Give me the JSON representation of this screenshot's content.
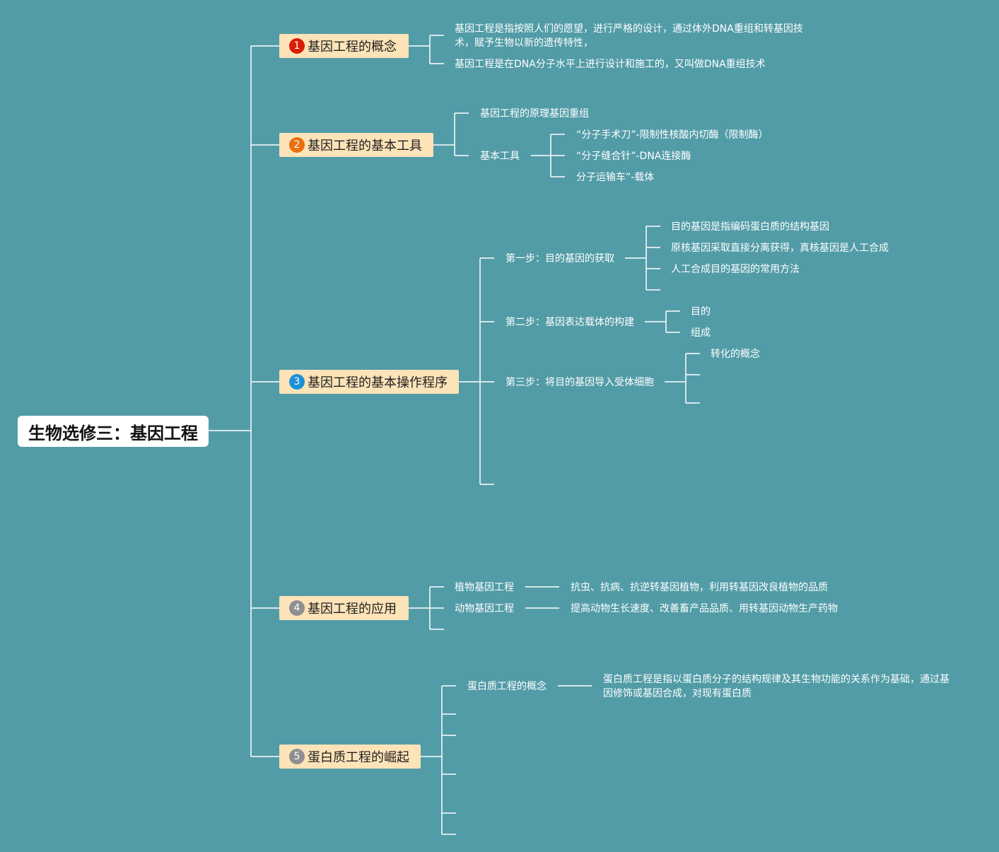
{
  "root": {
    "title": "生物选修三：基因工程"
  },
  "colors": {
    "background": "#529ca7",
    "branch_fill": "#fde3b8",
    "badge_1": "#d81e06",
    "badge_2": "#e8700e",
    "badge_3": "#1e90d8",
    "badge_4": "#8f8f8f",
    "badge_5": "#8f8f8f"
  },
  "branches": [
    {
      "badge": "1",
      "title": "基因工程的概念",
      "items": [
        {
          "text": "基因工程是指按照人们的愿望，进行严格的设计，通过体外DNA重组和转基因技术，赋予生物以新的遗传特性，"
        },
        {
          "text": "基因工程是在DNA分子水平上进行设计和施工的，又叫做DNA重组技术"
        }
      ]
    },
    {
      "badge": "2",
      "title": "基因工程的基本工具",
      "items": [
        {
          "text": "基因工程的原理基因重组"
        },
        {
          "text": "基本工具",
          "children": [
            "“分子手术刀”-限制性核酸内切酶（限制酶）",
            "“分子缝合针”-DNA连接酶",
            "分子运输车”-载体"
          ]
        }
      ]
    },
    {
      "badge": "3",
      "title": "基因工程的基本操作程序",
      "items": [
        {
          "text": "第一步：目的基因的获取",
          "children": [
            "目的基因是指编码蛋白质的结构基因",
            "原核基因采取直接分离获得，真核基因是人工合成",
            "人工合成目的基因的常用方法"
          ]
        },
        {
          "text": "第二步：基因表达载体的构建",
          "children": [
            "目的",
            "组成"
          ]
        },
        {
          "text": "第三步：将目的基因导入受体细胞",
          "children": [
            "转化的概念"
          ]
        }
      ]
    },
    {
      "badge": "4",
      "title": "基因工程的应用",
      "items": [
        {
          "text": "植物基因工程",
          "detail": "抗虫、抗病、抗逆转基因植物，利用转基因改良植物的品质"
        },
        {
          "text": "动物基因工程",
          "detail": "提高动物生长速度、改善畜产品品质、用转基因动物生产药物"
        }
      ]
    },
    {
      "badge": "5",
      "title": "蛋白质工程的崛起",
      "items": [
        {
          "text": "蛋白质工程的概念",
          "detail": "蛋白质工程是指以蛋白质分子的结构规律及其生物功能的关系作为基础，通过基因修饰或基因合成，对现有蛋白质"
        }
      ]
    }
  ]
}
